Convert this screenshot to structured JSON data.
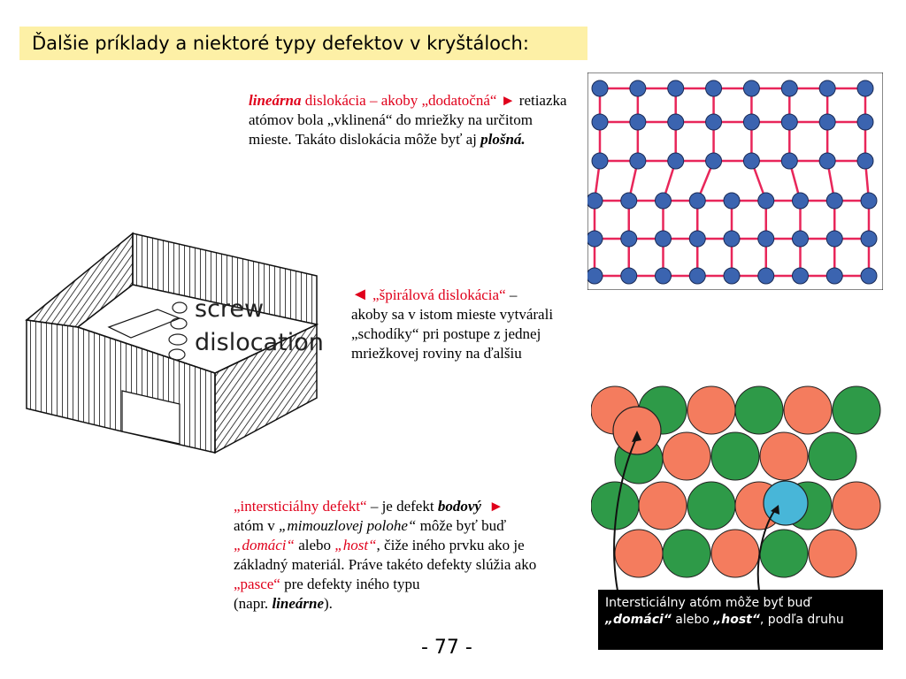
{
  "title": "Ďalšie príklady a niektoré typy defektov v kryštáloch:",
  "linear": {
    "term": "lineárna",
    "text1": " dislokácia – akoby „dodatočná“ ",
    "arrow": "►",
    "text2": "retiazka atómov bola „vklinená“ do mriežky na určitom mieste. Takáto dislokácia môže byť aj ",
    "term2": "plošná."
  },
  "screw": {
    "arrow": "◄",
    "term": " „špirálová dislokácia“",
    "text": " – akoby sa v istom mieste vytvárali „schodíky“ pri postupe z jednej mriežkovej roviny na ďalšiu",
    "label1": "screw",
    "label2": "dislocation"
  },
  "interstitial": {
    "term": "„intersticiálny defekt“",
    "t1": " – je defekt ",
    "bodovy": "bodový",
    "arrow": "►",
    "t2": " atóm v ",
    "mim": "„mimouzlovej polohe“",
    "t3": " môže byť buď ",
    "domaci": "„domáci“",
    "t4": " alebo ",
    "host": "„host“",
    "t5": ", čiže iného prvku ako je základný materiál. Práve takéto defekty slúžia ako ",
    "pasce": "„pasce“",
    "t6": " pre defekty iného typu",
    "t7": "(napr. ",
    "linearne": "lineárne",
    "t8": ")."
  },
  "caption": {
    "l1": "Intersticiálny atóm môže byť buď",
    "domaci": "„domáci“",
    "mid": " alebo ",
    "host": "„host“",
    "end": ", podľa druhu"
  },
  "page_number": "-  77  -",
  "colors": {
    "title_bg": "#fdf0a6",
    "red": "#e0001b",
    "atom_blue": "#3b64b0",
    "bond": "#e8265a",
    "atom_orange": "#f47c5e",
    "atom_green": "#2e9a48",
    "atom_cyan": "#48b6d8"
  }
}
